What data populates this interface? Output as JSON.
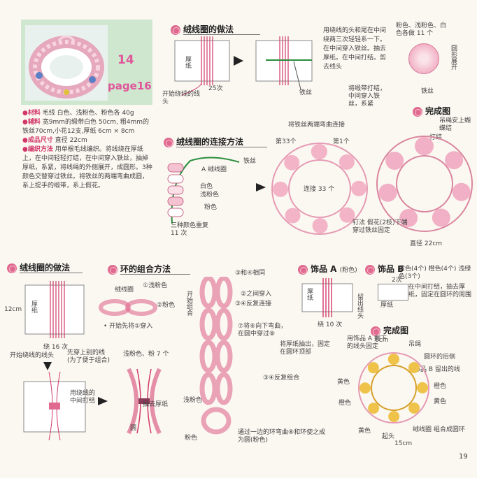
{
  "header": {
    "number": "14",
    "page_label": "page16"
  },
  "materials": {
    "material_label": "●材料",
    "material_text": "毛线 白色、浅粉色、粉色各 40g",
    "aux_label": "●辅料",
    "aux_text": "宽9mm的缎带白色 50cm, 粗4mm的铁丝70cm,小花12支,厚纸 6cm × 8cm",
    "size_label": "●成品尺寸",
    "size_text": "直径 22cm",
    "method_label": "●编织方法",
    "method_text": "用单根毛线编织。将线绕在厚纸上，在中间轻轻打结，在中间穿入铁丝，抽掉厚纸，系紧，将线绳的外侧展开，成圆形。3种颜色交替穿过铁丝。将铁丝的两端弯曲成圆，系上提手的缎带，系上假花。"
  },
  "sec1": {
    "title": "绒线圈的做法",
    "card_label": "厚纸",
    "turns": "25次",
    "start_label": "开始绕线的线头",
    "wire": "铁丝",
    "note": "用绕线的头和尾在中间绕两三次轻轻系一下。在中间穿入铁丝。抽去厚纸。在中间打结。剪去线头",
    "colors": "粉色、浅粉色、白色各做 11 个",
    "spread": "圆形展开",
    "wire2": "铁丝"
  },
  "sec2": {
    "title": "绒线圈的连接方法",
    "wire": "铁丝",
    "a_label": "A 绒线圈",
    "white": "白色",
    "light_pink": "浅粉色",
    "pink": "粉色",
    "repeat": "三种颜色重复 11 次",
    "bend_note": "将铁丝两端弯曲连接",
    "n33a": "第33个",
    "n1": "第1个",
    "connect33": "连接 33 个",
    "ribbon_note": "将缎带打结，中间穿入铁丝，系紧",
    "finished": "完成图",
    "hang": "吊绳安上蝴蝶结",
    "knot": "打结",
    "nail_note": "钉法 假花(2枝)下端穿过铁丝固定",
    "diameter": "直径 22cm"
  },
  "sec3": {
    "title": "绒线圈的做法",
    "card_label": "厚纸",
    "height": "12cm",
    "turns": "绕 16 次",
    "start": "开始绕线的线头",
    "note1": "先穿上别的线(为了便于组合)",
    "note2": "用绕线的中间打结",
    "colors": "浅粉色、粉 7 个",
    "pull": "抽去厚纸",
    "circle": "圆"
  },
  "sec4": {
    "title": "环的组合方法",
    "ring": "绒线圈",
    "step1": "①浅粉色",
    "step2": "②粉色",
    "start_note": "• 开始先将①穿入",
    "start_combo": "开始组合",
    "s3": "③和④相同",
    "s4": "②之间穿入",
    "s5": "③④反复连接",
    "s6": "⑦将⑥向下弯曲，在圆中穿过⑧",
    "s7": "将厚纸抽出，固定在圆环顶部",
    "s8": "③④反复组合",
    "lp": "浅粉色",
    "pk": "粉色",
    "bottom_note": "通过一边的环弯曲⑧和环使之成为圆(粉色)"
  },
  "sec5": {
    "title_a": "饰品 A",
    "a_colors": "(粉色)",
    "card_label": "厚纸",
    "turns": "绕 10 次",
    "leave": "留出线头",
    "title_b": "饰品 B",
    "b_note": "黄色(4个) 橙色(4个) 浅绿色(3个)",
    "b_text": "在中间打结，抽去厚纸，固定在圆环的周围",
    "b_card": "厚纸",
    "times2": "2次",
    "finished": "完成图",
    "remain": "用饰品 A 剩下的线头固定",
    "hang": "吊绳",
    "size6": "6cm",
    "back": "圆环的后侧",
    "b_thread": "饰品 B 留出的线",
    "yellow": "黄色",
    "orange": "橙色",
    "start": "起头",
    "size15": "15cm",
    "ring_combo": "绒线圈 组合成圆环"
  },
  "page_number": "19"
}
